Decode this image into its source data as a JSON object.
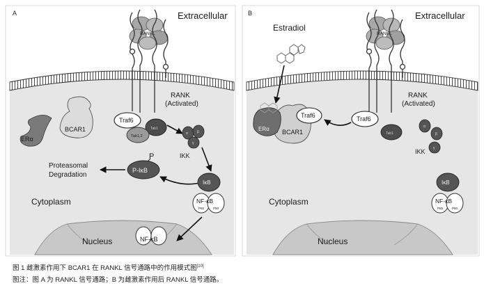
{
  "panel_a": {
    "letter": "A",
    "extracellular": "Extracellular",
    "rankl": "RANKL",
    "rank_line1": "RANK",
    "rank_line2": "(Activated)",
    "era": "ERα",
    "bcar1": "BCAR1",
    "traf6": "Traf6",
    "tab1": "Tab1",
    "tab2": "Tab1,2",
    "ikk": "IKK",
    "ikk_a": "α",
    "ikk_b": "β",
    "ikk_g": "γ",
    "proteasomal_line1": "Proteasomal",
    "proteasomal_line2": "Degradation",
    "p_marker": "P",
    "p_ikb": "P-IκB",
    "ikb": "IκB",
    "nfkb": "NF-κB",
    "p65": "P65",
    "p50": "P50",
    "cytoplasm": "Cytoplasm",
    "nucleus": "Nucleus",
    "nucleus_nfkb": "NF-κB"
  },
  "panel_b": {
    "letter": "B",
    "extracellular": "Extracellular",
    "estradiol": "Estradiol",
    "rankl": "RANKL",
    "rank_line1": "RANK",
    "rank_line2": "(Activated)",
    "era": "ERα",
    "bcar1": "BCAR1",
    "traf6_bound": "Traf6",
    "traf6": "Traf6",
    "tab1": "Tab1",
    "ikk": "IKK",
    "ikk_a": "α",
    "ikk_b": "β",
    "ikk_g": "γ",
    "ikb": "IκB",
    "nfkb": "NF-κB",
    "p65": "P65",
    "p50": "P50",
    "cytoplasm": "Cytoplasm",
    "nucleus": "Nucleus"
  },
  "caption": {
    "title": "图 1   雌激素作用下 BCAR1 在 RANKL 信号通路中的作用模式图",
    "ref": "[10]",
    "note": "图注：图 A 为 RANKL 信号通路；B 为雌激素作用后 RANKL 信号通路。"
  },
  "colors": {
    "cytoplasm": "#e6e6e6",
    "nucleus": "#c8c8c8",
    "dark_protein": "#4d4d4d",
    "mid_protein": "#7a7a7a",
    "light_protein": "#d9d9d9"
  }
}
